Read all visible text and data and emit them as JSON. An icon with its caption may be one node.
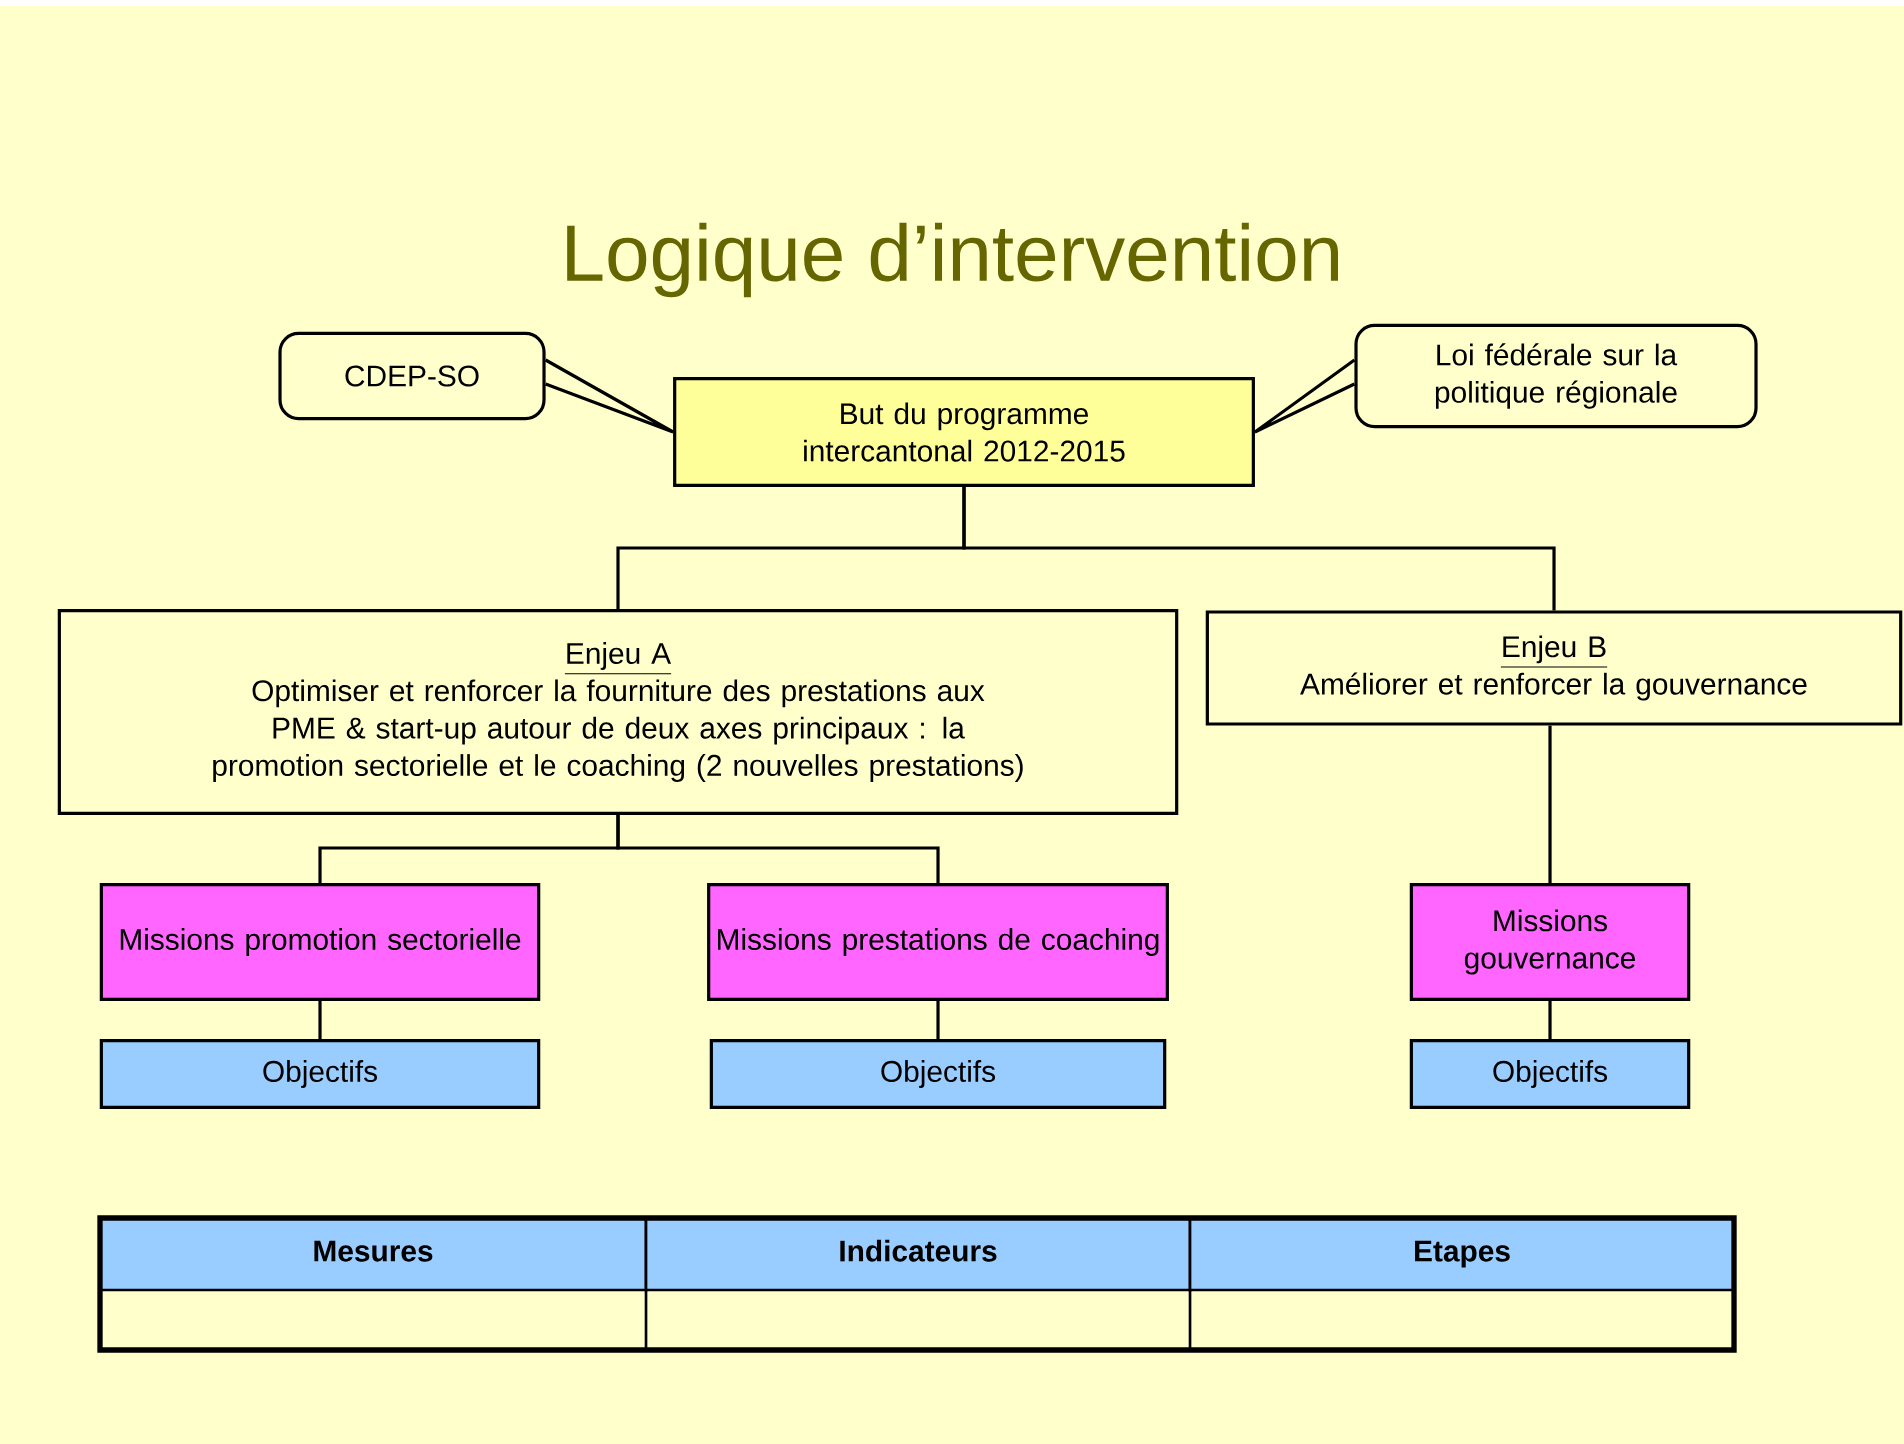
{
  "diagram": {
    "title": "Logique d’intervention",
    "nodes": [
      {
        "text": [
          "CDEP-SO"
        ]
      },
      {
        "text": [
          "But du programme intercantonal 2012-2015"
        ]
      },
      {
        "text": [
          "Loi fédérale sur la politique régionale"
        ]
      },
      {
        "text": [
          "Enjeu A",
          "Optimiser et renforcer la fourniture des prestations aux PME & start-up autour de deux axes principaux : la promotion sectorielle et le coaching (2 nouvelles prestations)"
        ]
      },
      {
        "text": [
          "Enjeu B",
          "Améliorer et renforcer la gouvernance"
        ]
      },
      {
        "text": [
          "Missions promotion sectorielle"
        ]
      },
      {
        "text": [
          "Missions prestations de coaching"
        ]
      },
      {
        "text": [
          "Missions gouvernance"
        ]
      },
      {
        "text": [
          "Objectifs"
        ]
      },
      {
        "text": [
          "Objectifs"
        ]
      },
      {
        "text": [
          "Objectifs"
        ]
      }
    ],
    "edges": [
      {
        "from": 0,
        "to": 1,
        "arrow": "none"
      },
      {
        "from": 2,
        "to": 1,
        "arrow": "none"
      },
      {
        "from": 1,
        "to": 3,
        "arrow": "none"
      },
      {
        "from": 1,
        "to": 4,
        "arrow": "none"
      },
      {
        "from": 3,
        "to": 5,
        "arrow": "none"
      },
      {
        "from": 3,
        "to": 6,
        "arrow": "none"
      },
      {
        "from": 4,
        "to": 7,
        "arrow": "none"
      },
      {
        "from": 5,
        "to": 8,
        "arrow": "none"
      },
      {
        "from": 6,
        "to": 9,
        "arrow": "none"
      },
      {
        "from": 7,
        "to": 10,
        "arrow": "none"
      }
    ],
    "labels": [
      "Mesures",
      "Indicateurs",
      "Etapes"
    ]
  }
}
